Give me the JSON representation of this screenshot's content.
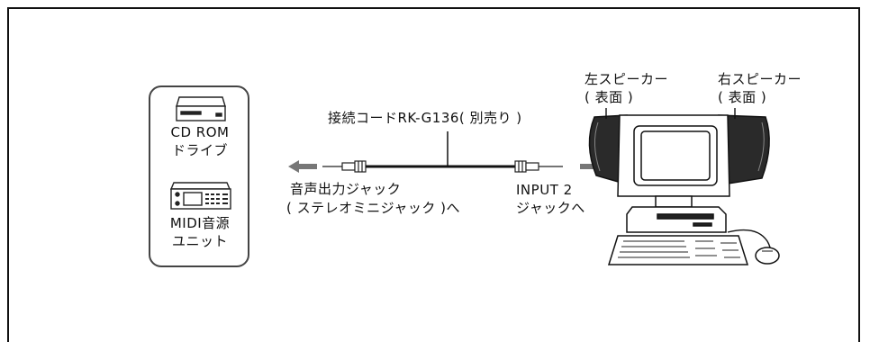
{
  "devices": {
    "cdrom_line1": "CD ROM",
    "cdrom_line2": "ドライブ",
    "midi_line1": "MIDI音源",
    "midi_line2": "ユニット"
  },
  "cable": {
    "label": "接続コードRK-G136( 別売り )"
  },
  "left_jack": {
    "line1": "音声出力ジャック",
    "line2": "( ステレオミニジャック )へ"
  },
  "right_jack": {
    "line1": "INPUT 2",
    "line2": "ジャックへ"
  },
  "speakers": {
    "left_line1": "左スピーカー",
    "left_line2": "( 表面 )",
    "right_line1": "右スピーカー",
    "right_line2": "( 表面 )"
  }
}
